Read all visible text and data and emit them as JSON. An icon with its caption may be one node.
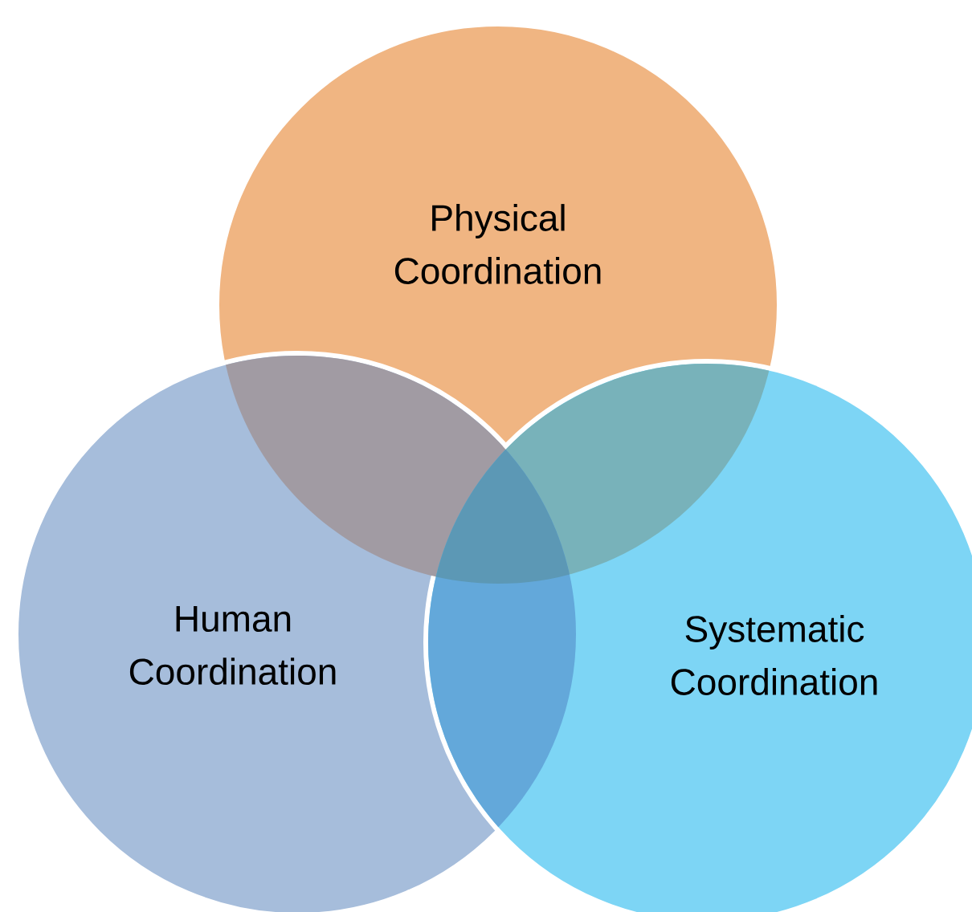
{
  "diagram": {
    "nodes": [
      {
        "text": [
          "Physical Coordination"
        ]
      },
      {
        "text": [
          "Human Coordination"
        ]
      },
      {
        "text": [
          "Systematic Coordination"
        ]
      }
    ]
  }
}
